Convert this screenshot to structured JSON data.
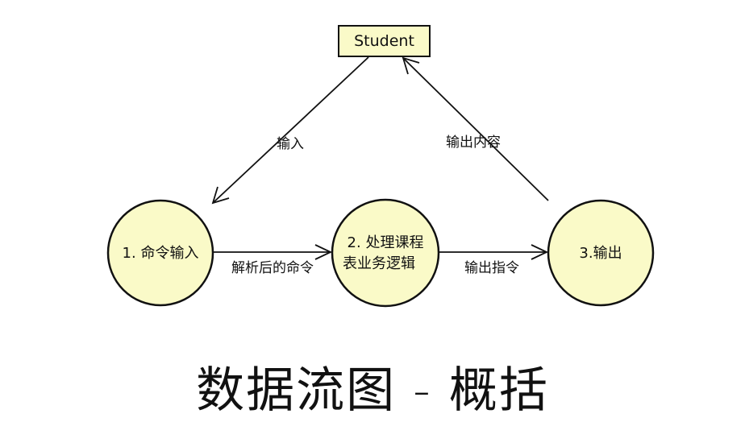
{
  "title": "数据流图 - 概括",
  "colors": {
    "node_fill": "#fafac8",
    "entity_fill": "#fafac8",
    "stroke": "#111111"
  },
  "entity": {
    "label": "Student"
  },
  "processes": [
    {
      "label": "1. 命令输入"
    },
    {
      "line1": "2. 处理课程",
      "line2": "表业务逻辑"
    },
    {
      "label": "3.输出"
    }
  ],
  "flows": {
    "input": "输入",
    "output_content": "输出内容",
    "parsed_command": "解析后的命令",
    "output_instruction": "输出指令"
  }
}
